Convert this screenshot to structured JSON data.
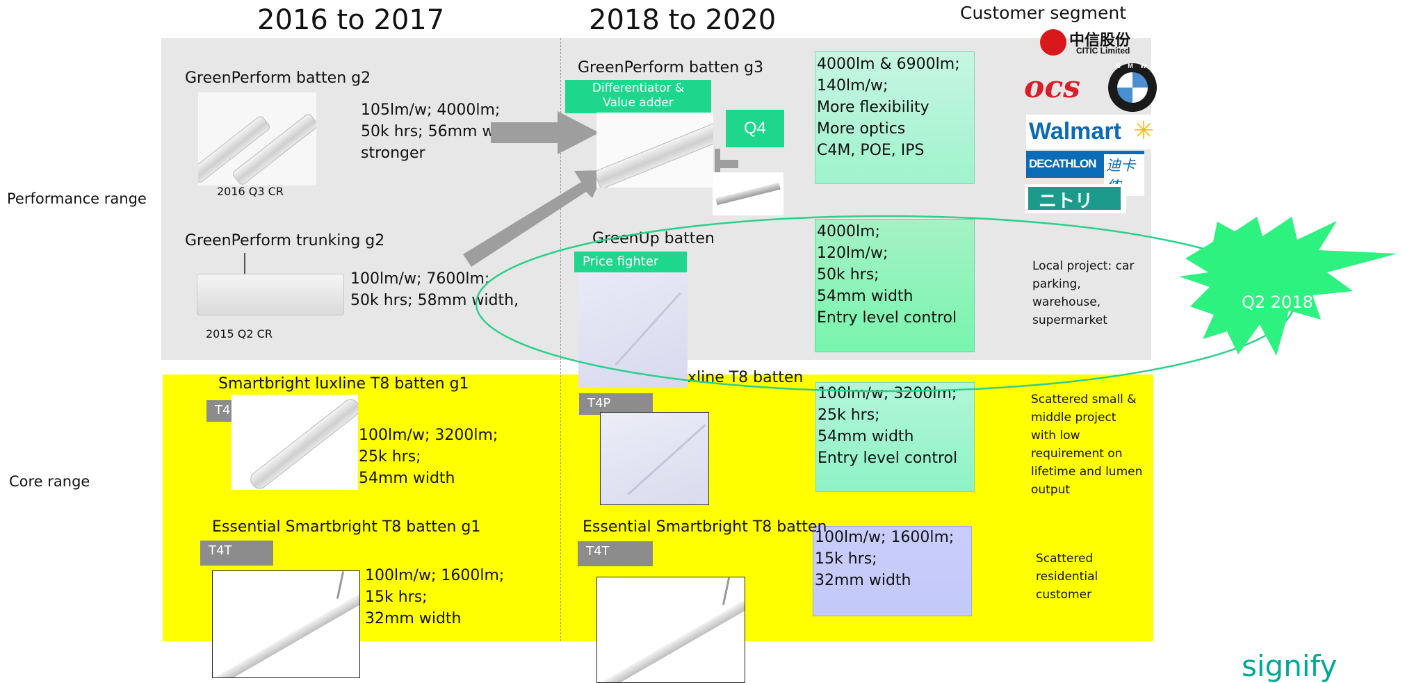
{
  "headers": {
    "period_a": "2016 to 2017",
    "period_b": "2018 to 2020",
    "segment": "Customer segment"
  },
  "rows": {
    "performance": "Performance range",
    "core": "Core range"
  },
  "products": {
    "gp_batten_g2": {
      "title": "GreenPerform batten g2",
      "spec": "105lm/w; 4000lm;\n50k hrs; 56mm width\nstronger",
      "caption": "2016 Q3 CR"
    },
    "gp_trunking_g2": {
      "title": "GreenPerform trunking g2",
      "spec": "100lm/w; 7600lm;\n50k hrs; 58mm width,",
      "caption": "2015 Q2 CR"
    },
    "gp_batten_g3": {
      "title": "GreenPerform batten g3",
      "tag": "Differentiator &\nValue adder",
      "q_badge": "Q4"
    },
    "greenup_batten": {
      "title": "GreenUp batten",
      "tag": "Price fighter"
    },
    "sb_luxline_g1": {
      "title": "Smartbright luxline T8 batten g1",
      "tag": "T4P",
      "spec": "100lm/w; 3200lm;\n25k hrs;\n54mm width"
    },
    "sb_luxline_new": {
      "title_partial": "xline T8 batten",
      "tag": "T4P"
    },
    "ess_sb_g1": {
      "title": "Essential Smartbright T8 batten g1",
      "tag": "T4T",
      "spec": "100lm/w; 1600lm;\n15k hrs;\n32mm width"
    },
    "ess_sb_new": {
      "title": "Essential Smartbright T8 batten",
      "tag": "T4T"
    }
  },
  "spec_boxes": {
    "g3": "4000lm & 6900lm;\n140lm/w;\nMore flexibility\nMore optics\nC4M, POE, IPS",
    "greenup": "4000lm;\n120lm/w;\n50k hrs;\n54mm width\nEntry level control",
    "luxline": "100lm/w; 3200lm;\n25k hrs;\n54mm width\nEntry level control",
    "essential": "100lm/w; 1600lm;\n15k hrs;\n32mm width"
  },
  "segments": {
    "local": "Local project: car\nparking,\nwarehouse,\nsupermarket",
    "scattered_small": "Scattered small &\nmiddle project\nwith low\nrequirement on\nlifetime and lumen\noutput",
    "residential": "Scattered\nresidential\ncustomer"
  },
  "logos": {
    "citic_cn": "中信股份",
    "citic_en": "CITIC Limited",
    "ocs": "ocs",
    "bmw": "B M W",
    "walmart": "Walmart",
    "decathlon": "DECATHLON",
    "decathlon_cn": "迪卡侬",
    "nitori": "ニトリ"
  },
  "burst": {
    "label": "Q2 2018"
  },
  "brand": "signify",
  "colors": {
    "grey_band": "#e7e7e7",
    "yellow_band": "#ffff00",
    "accent_green": "#1fd68d",
    "burst_green": "#2ef27f",
    "arrow_grey": "#9e9e9e",
    "tag_grey": "#8c8c8c",
    "logo_teal": "#00a896"
  }
}
